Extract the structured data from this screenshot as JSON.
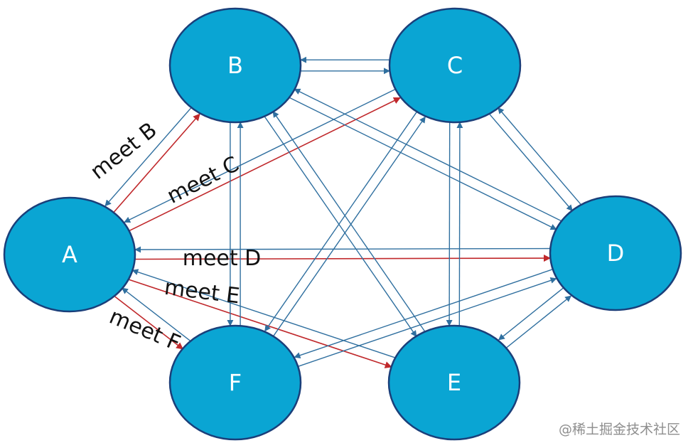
{
  "nodes": [
    {
      "id": "A",
      "label": "A"
    },
    {
      "id": "B",
      "label": "B"
    },
    {
      "id": "C",
      "label": "C"
    },
    {
      "id": "D",
      "label": "D"
    },
    {
      "id": "E",
      "label": "E"
    },
    {
      "id": "F",
      "label": "F"
    }
  ],
  "edges": [
    {
      "from": "A",
      "to": "B",
      "color": "red",
      "label": "meet B"
    },
    {
      "from": "B",
      "to": "A",
      "color": "blue"
    },
    {
      "from": "A",
      "to": "C",
      "color": "red",
      "label": "meet C"
    },
    {
      "from": "C",
      "to": "A",
      "color": "blue"
    },
    {
      "from": "A",
      "to": "D",
      "color": "red",
      "label": "meet D"
    },
    {
      "from": "D",
      "to": "A",
      "color": "blue"
    },
    {
      "from": "A",
      "to": "E",
      "color": "red",
      "label": "meet E"
    },
    {
      "from": "E",
      "to": "A",
      "color": "blue"
    },
    {
      "from": "A",
      "to": "F",
      "color": "red",
      "label": "meet F"
    },
    {
      "from": "F",
      "to": "A",
      "color": "blue"
    },
    {
      "from": "B",
      "to": "C",
      "color": "blue"
    },
    {
      "from": "C",
      "to": "B",
      "color": "blue"
    },
    {
      "from": "B",
      "to": "D",
      "color": "blue"
    },
    {
      "from": "D",
      "to": "B",
      "color": "blue"
    },
    {
      "from": "B",
      "to": "E",
      "color": "blue"
    },
    {
      "from": "E",
      "to": "B",
      "color": "blue"
    },
    {
      "from": "B",
      "to": "F",
      "color": "blue"
    },
    {
      "from": "F",
      "to": "B",
      "color": "blue"
    },
    {
      "from": "C",
      "to": "D",
      "color": "blue"
    },
    {
      "from": "D",
      "to": "C",
      "color": "blue"
    },
    {
      "from": "C",
      "to": "E",
      "color": "blue"
    },
    {
      "from": "E",
      "to": "C",
      "color": "blue"
    },
    {
      "from": "C",
      "to": "F",
      "color": "blue"
    },
    {
      "from": "F",
      "to": "C",
      "color": "blue"
    },
    {
      "from": "D",
      "to": "E",
      "color": "blue"
    },
    {
      "from": "E",
      "to": "D",
      "color": "blue"
    },
    {
      "from": "D",
      "to": "F",
      "color": "blue"
    },
    {
      "from": "F",
      "to": "D",
      "color": "blue"
    }
  ],
  "colors": {
    "node_fill": "#0aa5d3",
    "node_stroke": "#1a3f7a",
    "edge_blue": "#2f6f9f",
    "edge_red": "#c0282b"
  },
  "watermark": "@稀土掘金技术社区"
}
